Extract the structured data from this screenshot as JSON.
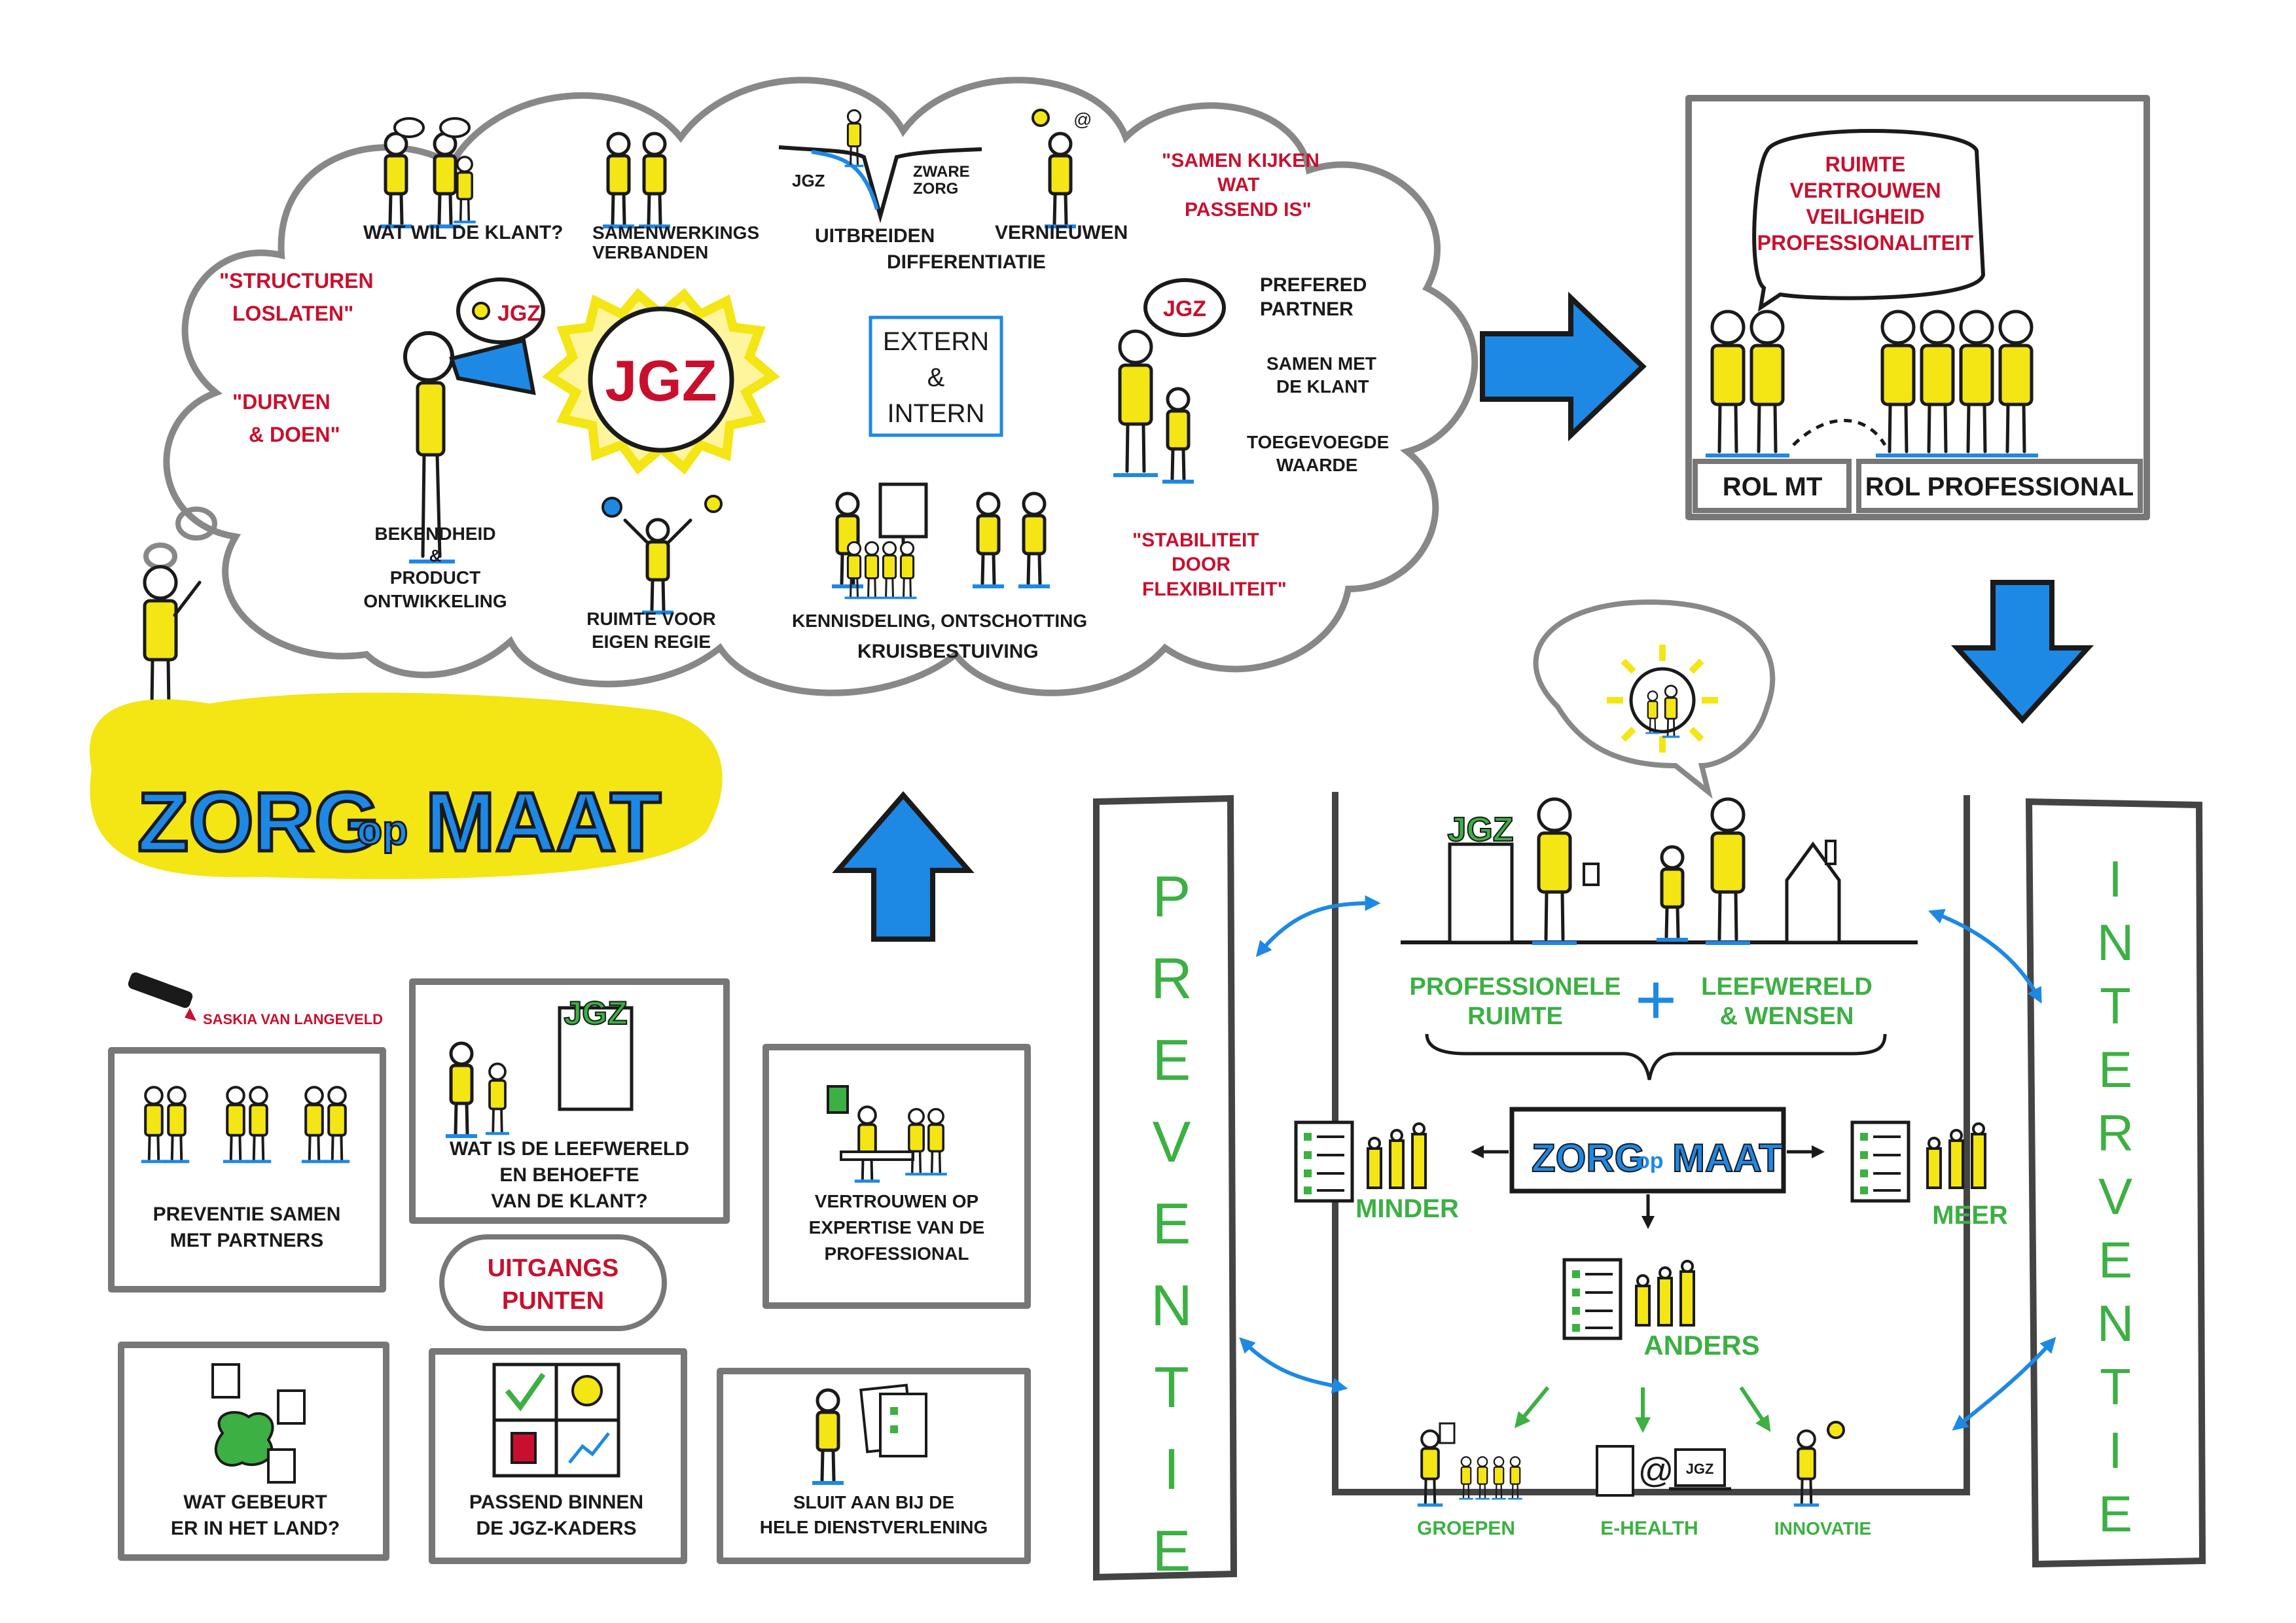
{
  "colors": {
    "red": "#c8102e",
    "green": "#3cb043",
    "blue": "#1e88e5",
    "yellow": "#f4e514",
    "gray": "#777777",
    "navy": "#1f4e9c"
  },
  "cloud": {
    "klant": "WAT WIL DE KLANT?",
    "samenwerking": [
      "SAMENWERKINGS",
      "VERBANDEN"
    ],
    "jgz_small": "JGZ",
    "zware_zorg": [
      "ZWARE",
      "ZORG"
    ],
    "uitbreiden": "UITBREIDEN",
    "differentiatie": "DIFFERENTIATIE",
    "vernieuwen": "VERNIEUWEN",
    "samen_kijken": [
      "\"SAMEN KIJKEN",
      "WAT",
      "PASSEND IS\""
    ],
    "structuren": [
      "\"STRUCTUREN",
      "LOSLATEN\""
    ],
    "durven": [
      "\"DURVEN",
      "& DOEN\""
    ],
    "jgz_bubble": "JGZ",
    "jgz_sun": "JGZ",
    "extern": [
      "EXTERN",
      "&",
      "INTERN"
    ],
    "jgz_partner_bubble": "JGZ",
    "preferred": [
      "PREFERED",
      "PARTNER"
    ],
    "samen_klant": [
      "SAMEN MET",
      "DE KLANT"
    ],
    "toegevoegde": [
      "TOEGEVOEGDE",
      "WAARDE"
    ],
    "bekendheid": [
      "BEKENDHEID",
      "&",
      "PRODUCT",
      "ONTWIKKELING"
    ],
    "ruimte": [
      "RUIMTE VOOR",
      "EIGEN REGIE"
    ],
    "kennisdeling": "KENNISDELING, ONTSCHOTTING",
    "kruisbestuiving": "KRUISBESTUIVING",
    "stabiliteit": [
      "\"STABILITEIT",
      "DOOR",
      "FLEXIBILITEIT\""
    ]
  },
  "rol": {
    "bubble": [
      "RUIMTE",
      "VERTROUWEN",
      "VEILIGHEID",
      "PROFESSIONALITEIT"
    ],
    "mt": "ROL MT",
    "professional": "ROL PROFESSIONAL"
  },
  "logo": {
    "zorg": "ZORG",
    "op": "op",
    "maat": "MAAT"
  },
  "author": "SASKIA VAN LANGEVELD",
  "uitgangspunten": {
    "badge": [
      "UITGANGS",
      "PUNTEN"
    ],
    "preventie_partners": [
      "PREVENTIE SAMEN",
      "MET PARTNERS"
    ],
    "leefwereld_klant": [
      "WAT IS DE LEEFWERELD",
      "EN BEHOEFTE",
      "VAN DE KLANT?"
    ],
    "jgz_building": "JGZ",
    "vertrouwen_expertise": [
      "VERTROUWEN OP",
      "EXPERTISE VAN DE",
      "PROFESSIONAL"
    ],
    "land": [
      "WAT GEBEURT",
      "ER IN HET LAND?"
    ],
    "kaders": [
      "PASSEND BINNEN",
      "DE JGZ-KADERS"
    ],
    "dienstverlening": [
      "SLUIT AAN BIJ DE",
      "HELE DIENSTVERLENING"
    ]
  },
  "model": {
    "preventie": [
      "P",
      "R",
      "E",
      "V",
      "E",
      "N",
      "T",
      "I",
      "E"
    ],
    "interventie": [
      "I",
      "N",
      "T",
      "E",
      "R",
      "V",
      "E",
      "N",
      "T",
      "I",
      "E"
    ],
    "jgz_building": "JGZ",
    "professionele": [
      "PROFESSIONELE",
      "RUIMTE"
    ],
    "plus": "+",
    "leefwereld": [
      "LEEFWERELD",
      "& WENSEN"
    ],
    "zorg_op_maat": {
      "zorg": "ZORG",
      "op": "op",
      "maat": "MAAT"
    },
    "minder": "MINDER",
    "meer": "MEER",
    "anders": "ANDERS",
    "groepen": "GROEPEN",
    "ehealth": "E-HEALTH",
    "at": "@",
    "jgz_laptop": "JGZ",
    "innovatie": "INNOVATIE"
  }
}
